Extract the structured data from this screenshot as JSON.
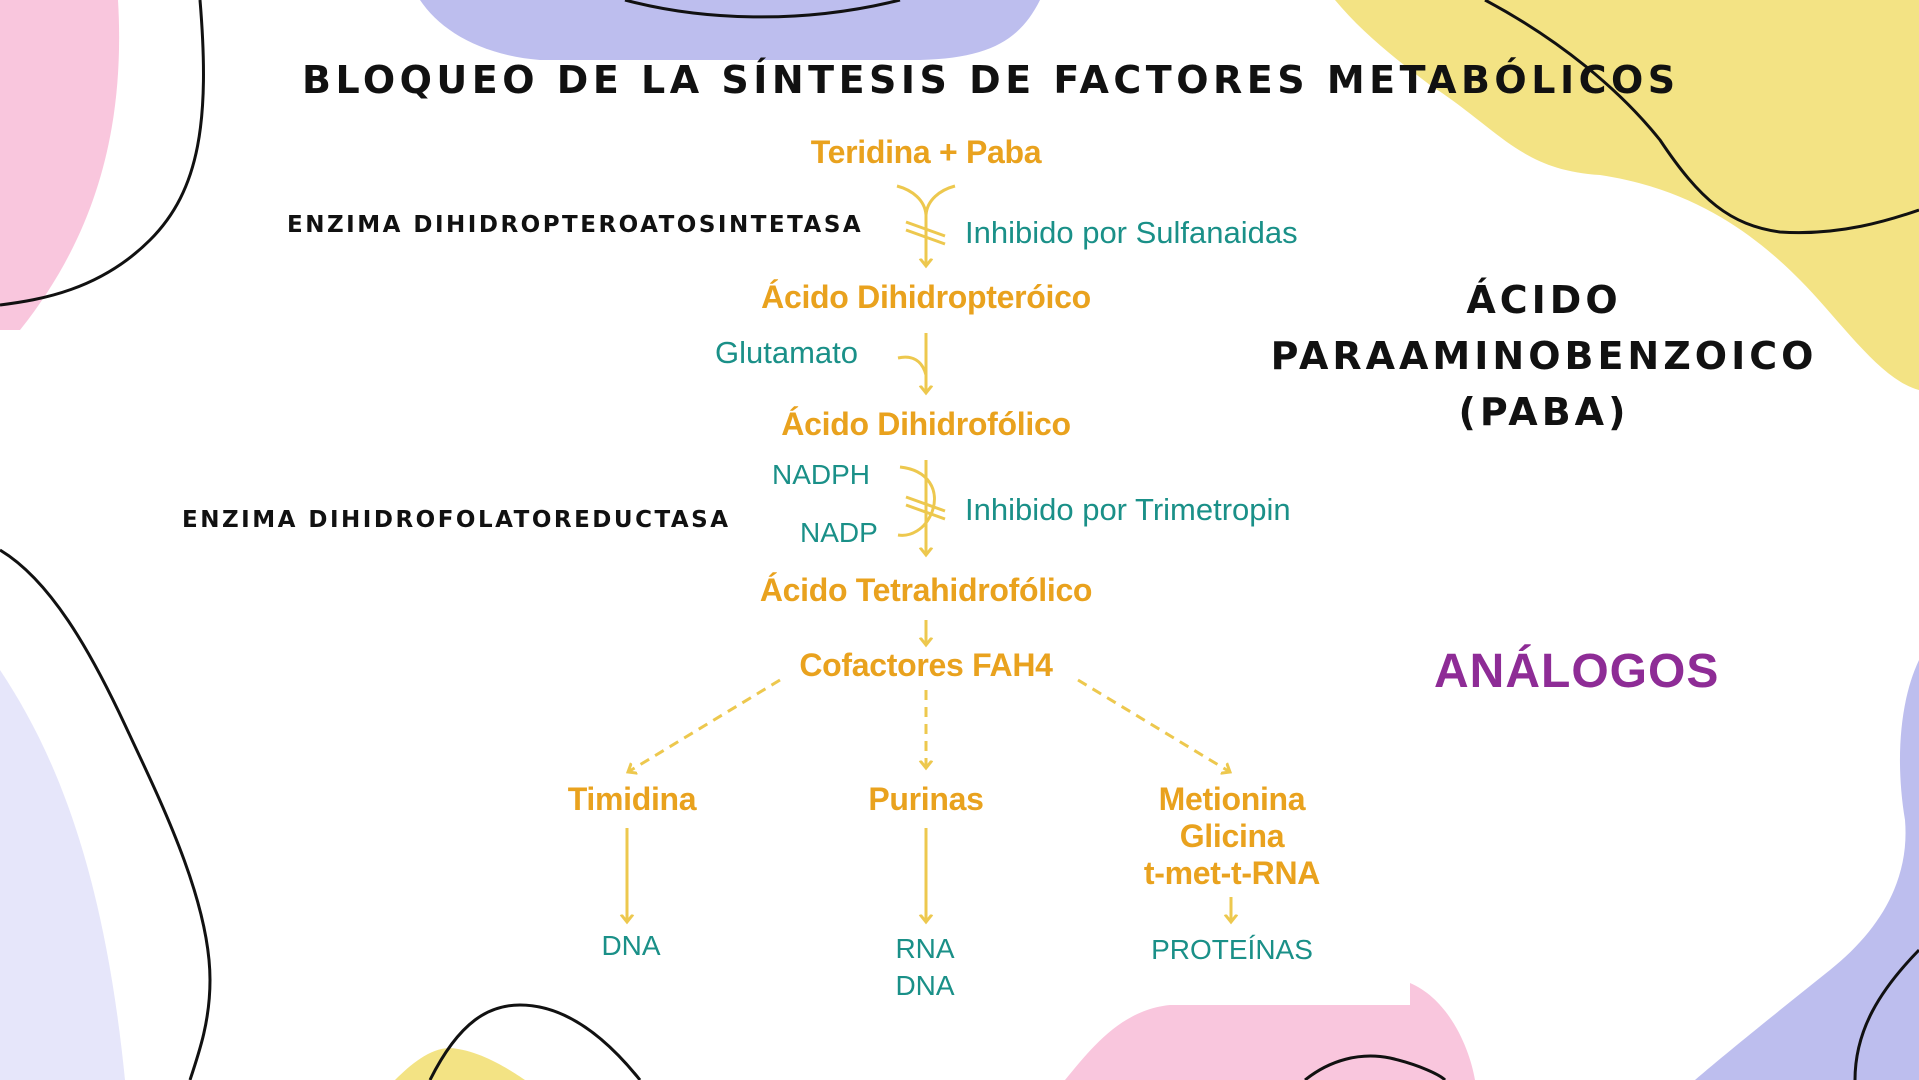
{
  "slide": {
    "title": "BLOQUEO DE LA SÍNTESIS DE FACTORES METABÓLICOS",
    "side_labels": {
      "enzyme_1": "ENZIMA DIHIDROPTEROATOSINTETASA",
      "enzyme_2": "ENZIMA DIHIDROFOLATOREDUCTASA"
    },
    "paba_label": {
      "line1": "ÁCIDO",
      "line2": "PARAAMINOBENZOICO",
      "line3": "(PABA)"
    },
    "analogos_label": "ANÁLOGOS"
  },
  "pathway": {
    "nodes": {
      "start": "Teridina + Paba",
      "dihidropteroico": "Ácido Dihidropteróico",
      "dihidrofolico": "Ácido Dihidrofólico",
      "tetrahidrofolico": "Ácido Tetrahidrofólico",
      "cofactores": "Cofactores FAH4",
      "timidina": "Timidina",
      "purinas": "Purinas",
      "metionina_1": "Metionina",
      "metionina_2": "Glicina",
      "metionina_3": "t-met-t-RNA"
    },
    "annotations": {
      "inhibit_1": "Inhibido por Sulfanaidas",
      "glutamato": "Glutamato",
      "nadph": "NADPH",
      "nadp": "NADP",
      "inhibit_2": "Inhibido por Trimetropin"
    },
    "products": {
      "timidina_out": "DNA",
      "purinas_out_1": "RNA",
      "purinas_out_2": "DNA",
      "metionina_out": "PROTEÍNAS"
    }
  },
  "colors": {
    "node": "#E9A21E",
    "arrow": "#EDC84E",
    "annotation": "#1A9088",
    "analogos": "#8E2C96",
    "blob_pink": "#F9C6DD",
    "blob_lavender": "#BDBEEE",
    "blob_light_lavender": "#E6E6FA",
    "blob_yellow": "#F3E384",
    "outline": "#111111"
  }
}
